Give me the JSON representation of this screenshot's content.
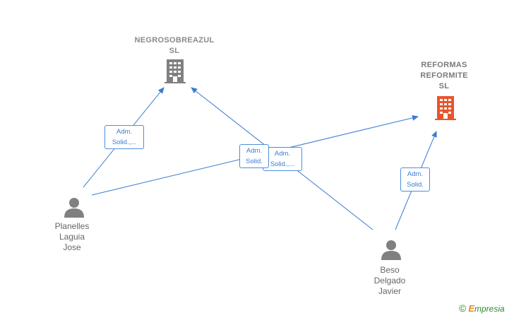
{
  "nodes": {
    "negrosobreazul": {
      "label": "NEGROSOBREAZUL\nSL",
      "icon": "building-icon",
      "color": "#808080"
    },
    "reformas": {
      "label": "REFORMAS\nREFORMITE\nSL",
      "icon": "building-icon",
      "color": "#e8552a"
    },
    "planelles": {
      "label": "Planelles\nLaguia\nJose",
      "icon": "person-icon",
      "color": "#808080"
    },
    "beso": {
      "label": "Beso\nDelgado\nJavier",
      "icon": "person-icon",
      "color": "#808080"
    }
  },
  "edges": [
    {
      "from": "planelles",
      "to": "negrosobreazul",
      "label": "Adm.\nSolid.,..."
    },
    {
      "from": "planelles",
      "to": "reformas",
      "label": "Adm.\nSolid."
    },
    {
      "from": "beso",
      "to": "negrosobreazul",
      "label": "Adm.\nSolid.,..."
    },
    {
      "from": "beso",
      "to": "reformas",
      "label": "Adm.\nSolid."
    }
  ],
  "colors": {
    "edge": "#3a7bd5",
    "edge_label_border": "#4a8fdc"
  },
  "watermark": {
    "symbol": "©",
    "brand_initial": "E",
    "brand_rest": "mpresia"
  }
}
